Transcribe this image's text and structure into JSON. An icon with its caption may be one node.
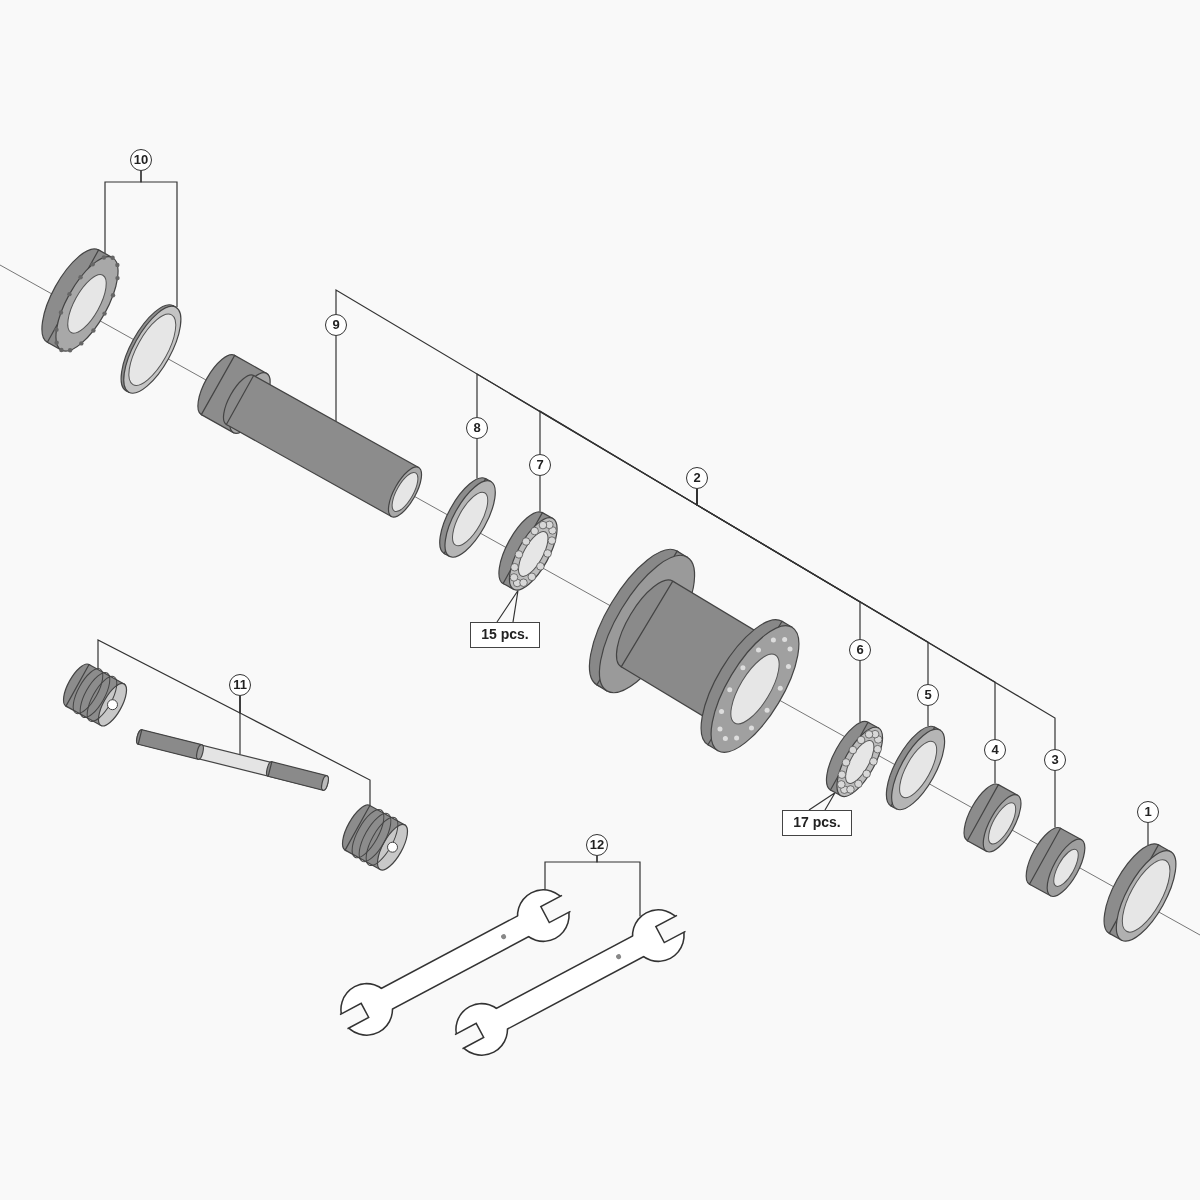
{
  "diagram": {
    "nodes": [
      {
        "text": [
          "10"
        ]
      },
      {
        "text": [],
        "shape": "picture"
      },
      {
        "text": [],
        "shape": "picture"
      },
      {
        "text": [
          "9"
        ]
      },
      {
        "text": [],
        "shape": "picture"
      },
      {
        "text": [
          "8"
        ]
      },
      {
        "text": [],
        "shape": "picture"
      },
      {
        "text": [
          "7"
        ]
      },
      {
        "text": [],
        "shape": "picture"
      },
      {
        "text": [
          "15 pcs."
        ]
      },
      {
        "text": [
          "2"
        ]
      },
      {
        "text": [
          "6"
        ]
      },
      {
        "text": [],
        "shape": "picture"
      },
      {
        "text": [
          "17 pcs."
        ]
      },
      {
        "text": [
          "5"
        ]
      },
      {
        "text": [],
        "shape": "picture"
      },
      {
        "text": [
          "4"
        ]
      },
      {
        "text": [],
        "shape": "picture"
      },
      {
        "text": [
          "3"
        ]
      },
      {
        "text": [],
        "shape": "picture"
      },
      {
        "text": [
          "1"
        ]
      },
      {
        "text": [],
        "shape": "picture"
      },
      {
        "text": [
          "11"
        ]
      },
      {
        "text": [],
        "shape": "picture"
      },
      {
        "text": [],
        "shape": "picture"
      },
      {
        "text": [],
        "shape": "picture"
      },
      {
        "text": [
          "12"
        ]
      },
      {
        "text": [],
        "shape": "picture"
      },
      {
        "text": [],
        "shape": "picture"
      }
    ],
    "edges": [
      {
        "from": 0,
        "to": 1,
        "arrow": "none"
      },
      {
        "from": 0,
        "to": 2,
        "arrow": "none"
      },
      {
        "from": 3,
        "to": 4,
        "arrow": "none"
      },
      {
        "from": 5,
        "to": 6,
        "arrow": "none"
      },
      {
        "from": 7,
        "to": 8,
        "arrow": "none"
      },
      {
        "from": 9,
        "to": 8,
        "arrow": "none"
      },
      {
        "from": 10,
        "to": 3,
        "arrow": "none"
      },
      {
        "from": 10,
        "to": 5,
        "arrow": "none"
      },
      {
        "from": 10,
        "to": 7,
        "arrow": "none"
      },
      {
        "from": 10,
        "to": 11,
        "arrow": "none"
      },
      {
        "from": 10,
        "to": 14,
        "arrow": "none"
      },
      {
        "from": 10,
        "to": 16,
        "arrow": "none"
      },
      {
        "from": 10,
        "to": 18,
        "arrow": "none"
      },
      {
        "from": 11,
        "to": 12,
        "arrow": "none"
      },
      {
        "from": 13,
        "to": 12,
        "arrow": "none"
      },
      {
        "from": 14,
        "to": 15,
        "arrow": "none"
      },
      {
        "from": 16,
        "to": 17,
        "arrow": "none"
      },
      {
        "from": 18,
        "to": 19,
        "arrow": "none"
      },
      {
        "from": 20,
        "to": 21,
        "arrow": "none"
      },
      {
        "from": 22,
        "to": 23,
        "arrow": "none"
      },
      {
        "from": 22,
        "to": 24,
        "arrow": "none"
      },
      {
        "from": 22,
        "to": 25,
        "arrow": "none"
      },
      {
        "from": 26,
        "to": 27,
        "arrow": "none"
      },
      {
        "from": 26,
        "to": 28,
        "arrow": "none"
      }
    ]
  }
}
